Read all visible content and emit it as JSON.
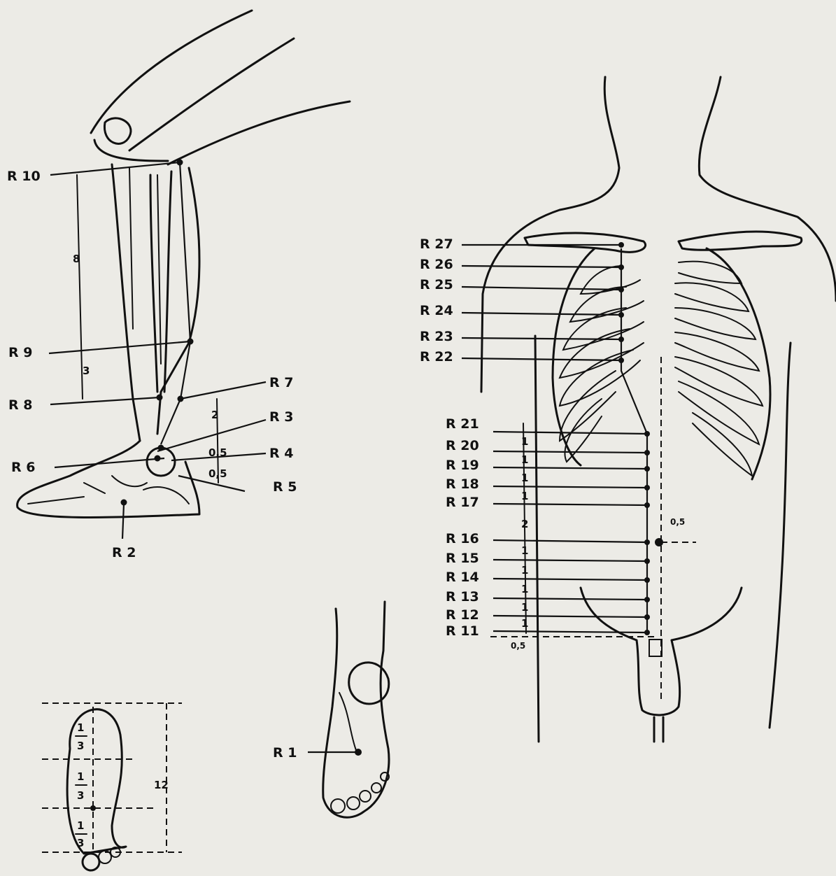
{
  "leg_labels": {
    "r10": "R 10",
    "r9": "R 9",
    "r8": "R 8",
    "r7": "R 7",
    "r6": "R 6",
    "r3": "R 3",
    "r4": "R 4",
    "r5": "R 5",
    "r2": "R 2"
  },
  "leg_measures": {
    "m8": "8",
    "m3": "3",
    "m2": "2",
    "m05a": "0,5",
    "m05b": "0,5"
  },
  "torso_labels": [
    "R 27",
    "R 26",
    "R 25",
    "R 24",
    "R 23",
    "R 22",
    "R 21",
    "R 20",
    "R 19",
    "R 18",
    "R 17",
    "R 16",
    "R 15",
    "R 14",
    "R 13",
    "R 12",
    "R 11"
  ],
  "torso_measures": {
    "a": "1",
    "b": "1",
    "c": "1",
    "d": "1",
    "e": "2",
    "f": "1",
    "g": "1",
    "h": "1",
    "i": "1",
    "j": "1",
    "bottom": "0,5",
    "side": "0,5"
  },
  "sole": {
    "fraction_top_1": "1",
    "fraction_bottom_1": "3",
    "fraction_top_2": "1",
    "fraction_bottom_2": "3",
    "fraction_top_3": "1",
    "fraction_bottom_3": "3",
    "length": "12"
  },
  "foot_label": "R 1"
}
